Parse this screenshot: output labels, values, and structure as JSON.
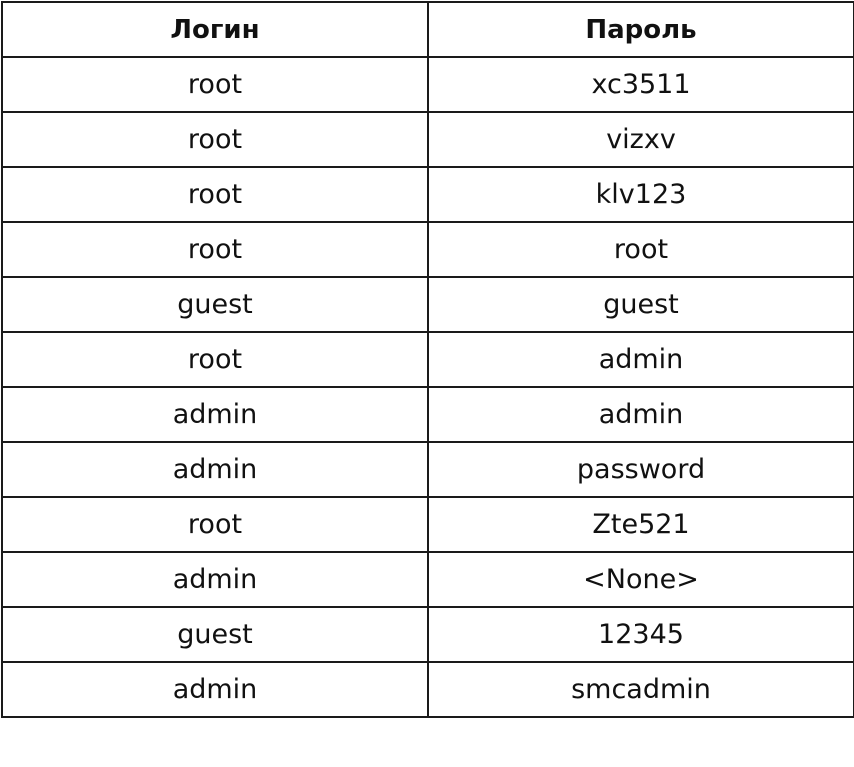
{
  "table": {
    "headers": [
      "Логин",
      "Пароль"
    ],
    "rows": [
      [
        "root",
        "xc3511"
      ],
      [
        "root",
        "vizxv"
      ],
      [
        "root",
        "klv123"
      ],
      [
        "root",
        "root"
      ],
      [
        "guest",
        "guest"
      ],
      [
        "root",
        "admin"
      ],
      [
        "admin",
        "admin"
      ],
      [
        "admin",
        "password"
      ],
      [
        "root",
        "Zte521"
      ],
      [
        "admin",
        "<None>"
      ],
      [
        "guest",
        "12345"
      ],
      [
        "admin",
        "smcadmin"
      ]
    ]
  }
}
